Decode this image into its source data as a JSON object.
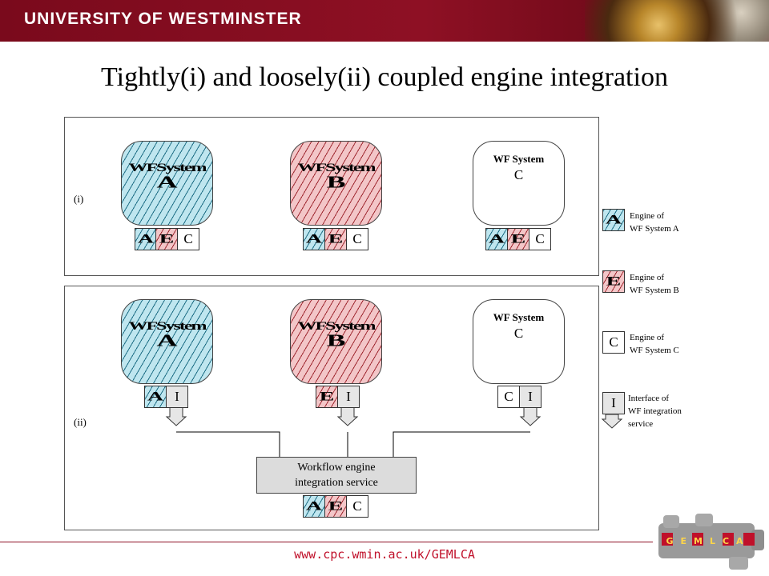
{
  "header": {
    "university": "UNIVERSITY OF WESTMINSTER"
  },
  "title": "Tightly(i) and loosely(ii) coupled engine integration",
  "panels": {
    "i": {
      "marker": "(i)"
    },
    "ii": {
      "marker": "(ii)"
    }
  },
  "systems": {
    "a_line1": "WFSystem",
    "a_line2": "A",
    "b_line1": "WFSystem",
    "b_line2": "B",
    "c_line1": "WF System",
    "c_line2": "C"
  },
  "engines": {
    "a": "A",
    "b": "E",
    "c": "C",
    "interface": "I"
  },
  "service": {
    "line1": "Workflow engine",
    "line2": "integration service"
  },
  "legend": [
    {
      "symbol": "A",
      "line1": "Engine of",
      "line2": "WF System A",
      "line3": ""
    },
    {
      "symbol": "E",
      "line1": "Engine of",
      "line2": "WF System B",
      "line3": ""
    },
    {
      "symbol": "C",
      "line1": "Engine of",
      "line2": "WF System C",
      "line3": ""
    },
    {
      "symbol": "I",
      "line1": "Interface of",
      "line2": "WF integration",
      "line3": "service"
    }
  ],
  "footer": {
    "url": "www.cpc.wmin.ac.uk/GEMLCA"
  },
  "logo": {
    "text": "GEMLCA"
  },
  "colors": {
    "brand": "#8e1024",
    "system_a": "#1f6f86",
    "system_b": "#a02a32",
    "url": "#c0102a"
  }
}
